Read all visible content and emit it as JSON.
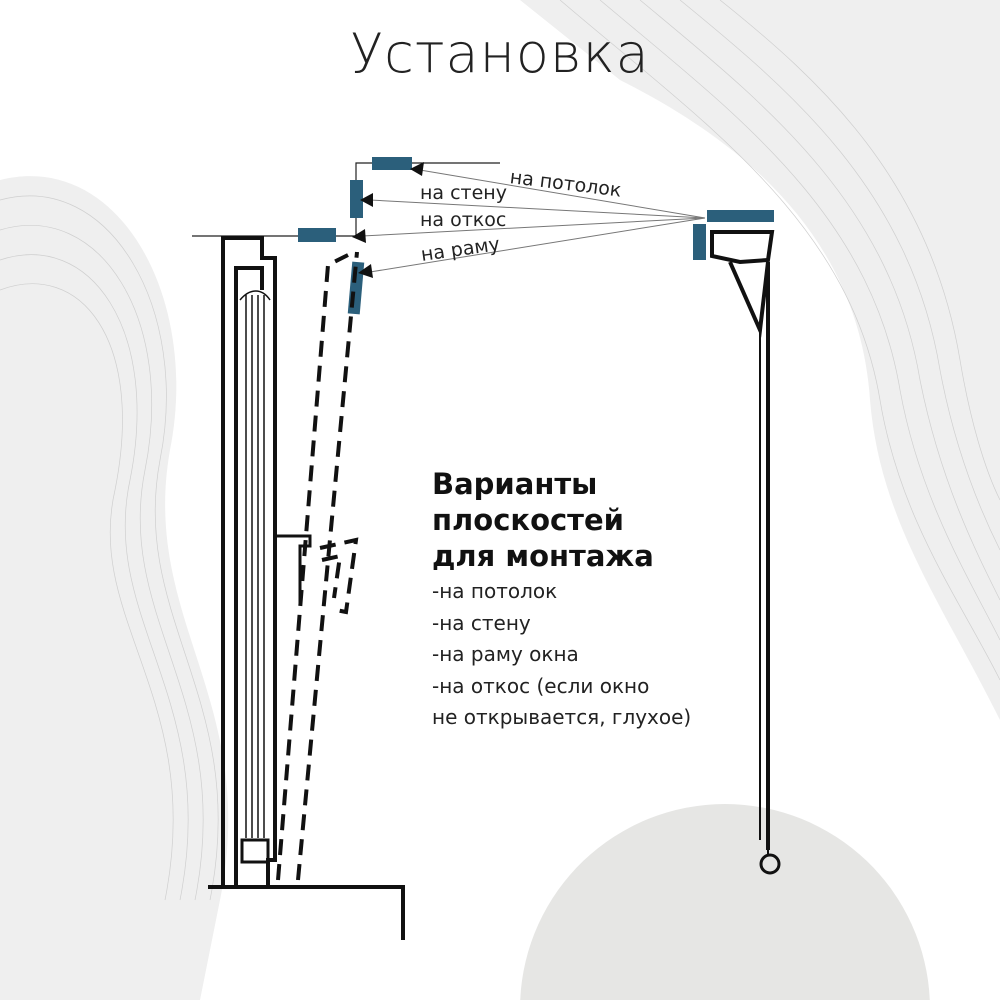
{
  "title": "Установка",
  "mount_labels": {
    "ceiling": "на потолок",
    "wall": "на стену",
    "slope": "на откос",
    "frame": "на раму"
  },
  "info": {
    "heading": [
      "Варианты",
      "плоскостей",
      "для монтажа"
    ],
    "items": [
      "-на потолок",
      "-на стену",
      "-на раму окна",
      "-на откос (если окно",
      "не открывается,  глухое)"
    ]
  },
  "colors": {
    "accent": "#2b5f7b",
    "line": "#111111",
    "background_shape": "#ebebea"
  }
}
